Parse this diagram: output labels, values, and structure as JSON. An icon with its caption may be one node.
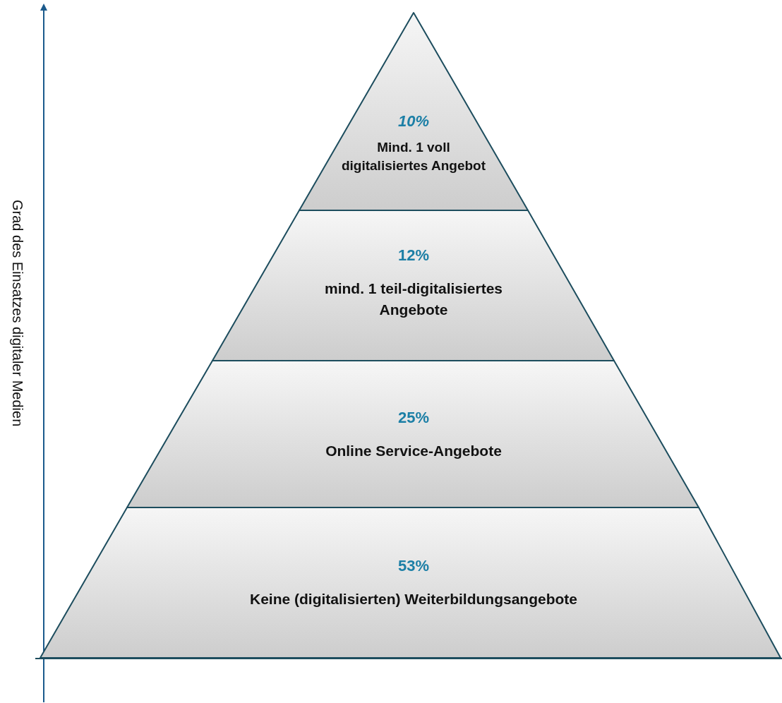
{
  "diagram": {
    "nodes": [
      {
        "text": [
          "10%",
          "Mind. 1 voll digitalisiertes Angebot"
        ]
      },
      {
        "text": [
          "12%",
          "mind. 1 teil-digitalisiertes Angebote"
        ]
      },
      {
        "text": [
          "25%",
          "Online Service-Angebote"
        ]
      },
      {
        "text": [
          "53%",
          "Keine (digitalisierten) Weiterbildungsangebote"
        ]
      }
    ],
    "labels": [
      "Grad des Einsatzes digitaler Medien"
    ]
  }
}
